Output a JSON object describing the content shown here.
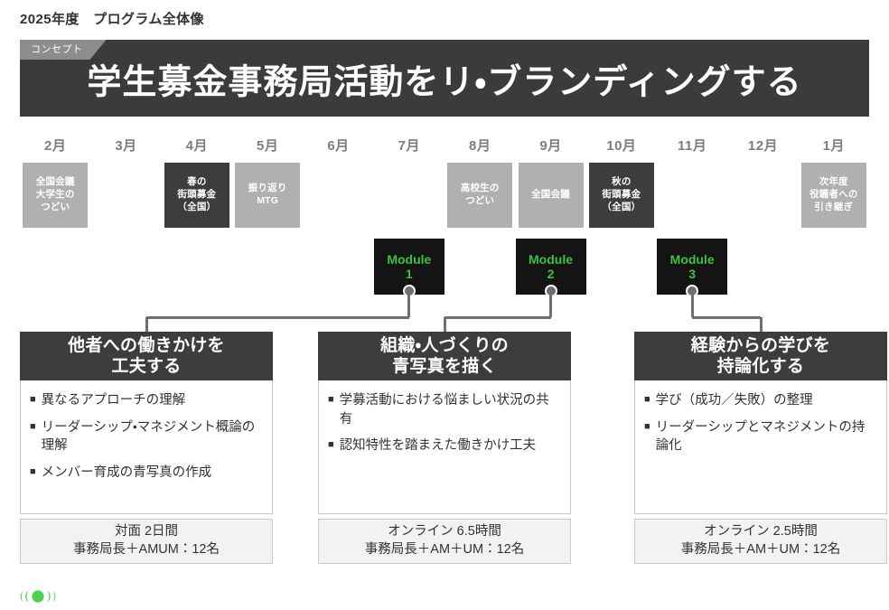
{
  "page": {
    "title": "2025年度　プログラム全体像"
  },
  "banner": {
    "tag": "コンセプト",
    "title": "学生募金事務局活動をリ・ブランディングする",
    "bg_color": "#3b3b3b",
    "tag_color": "#8d8d8d"
  },
  "timeline": {
    "months": [
      "2月",
      "3月",
      "4月",
      "5月",
      "6月",
      "7月",
      "8月",
      "9月",
      "10月",
      "11月",
      "12月",
      "1月"
    ],
    "events": [
      {
        "month_index": 0,
        "label": "全国会議\n大学生の\nつどい",
        "style": "light"
      },
      {
        "month_index": 2,
        "label": "春の\n街頭募金\n（全国）",
        "style": "dark"
      },
      {
        "month_index": 3,
        "label": "振り返り\nMTG",
        "style": "light"
      },
      {
        "month_index": 6,
        "label": "高校生の\nつどい",
        "style": "light"
      },
      {
        "month_index": 7,
        "label": "全国会議",
        "style": "light"
      },
      {
        "month_index": 8,
        "label": "秋の\n街頭募金\n（全国）",
        "style": "dark"
      },
      {
        "month_index": 11,
        "label": "次年度\n役職者への\n引き継ぎ",
        "style": "light"
      }
    ],
    "light_color": "#b0b0b0",
    "dark_color": "#3d3d3d"
  },
  "modules": [
    {
      "name": "Module",
      "number": "1",
      "month_index": 5
    },
    {
      "name": "Module",
      "number": "2",
      "month_index": 7
    },
    {
      "name": "Module",
      "number": "3",
      "month_index": 9
    }
  ],
  "module_color": "#3cc13c",
  "module_bg": "#141414",
  "cards": [
    {
      "title": "他者への働きかけを\n工夫する",
      "bullets": [
        "異なるアプローチの理解",
        "リーダーシップ・マネジメント概論の理解",
        "メンバー育成の青写真の作成"
      ],
      "footer": "対面 2日間\n事務局長＋AMUM：12名"
    },
    {
      "title": "組織・人づくりの\n青写真を描く",
      "bullets": [
        "学募活動における悩ましい状況の共有",
        "認知特性を踏まえた働きかけ工夫"
      ],
      "footer": "オンライン 6.5時間\n事務局長＋AM＋UM：12名"
    },
    {
      "title": "経験からの学びを\n持論化する",
      "bullets": [
        "学び（成功／失敗）の整理",
        "リーダーシップとマネジメントの持論化"
      ],
      "footer": "オンライン 2.5時間\n事務局長＋AM＋UM：12名"
    }
  ],
  "bullet_mark": "■",
  "logo": {
    "name": "brand-logo",
    "color": "#4ed24e"
  }
}
